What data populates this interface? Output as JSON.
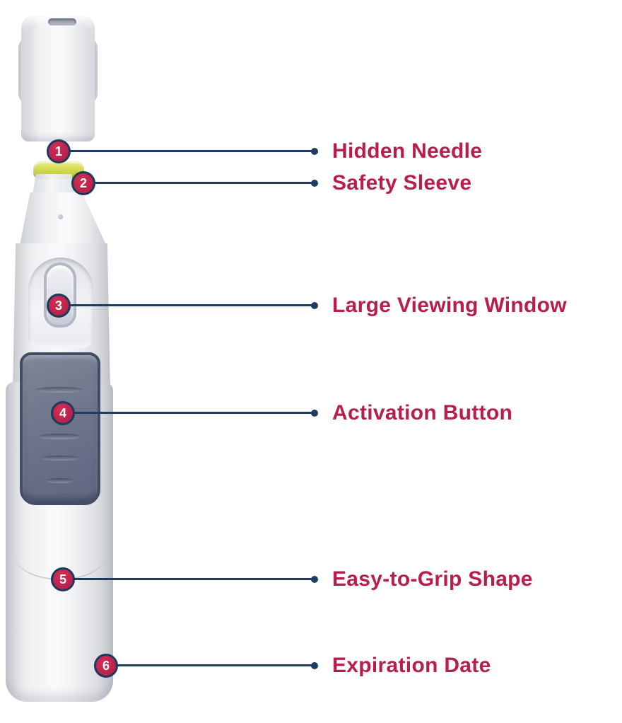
{
  "diagram": {
    "subject": "autoinjector-pen-features"
  },
  "colors": {
    "label_text": "#b71e4a",
    "badge_fill": "#c02349",
    "badge_ring": "#1a3a5e",
    "leader_line": "#1c3c61",
    "needle_shield_yellow": "#ccd544",
    "activation_button_slate": "#6e768b",
    "pen_body_white": "#f4f4f6"
  },
  "callouts": [
    {
      "number": "1",
      "label": "Hidden Needle"
    },
    {
      "number": "2",
      "label": "Safety Sleeve"
    },
    {
      "number": "3",
      "label": "Large Viewing Window"
    },
    {
      "number": "4",
      "label": "Activation Button"
    },
    {
      "number": "5",
      "label": "Easy-to-Grip Shape"
    },
    {
      "number": "6",
      "label": "Expiration Date"
    }
  ]
}
